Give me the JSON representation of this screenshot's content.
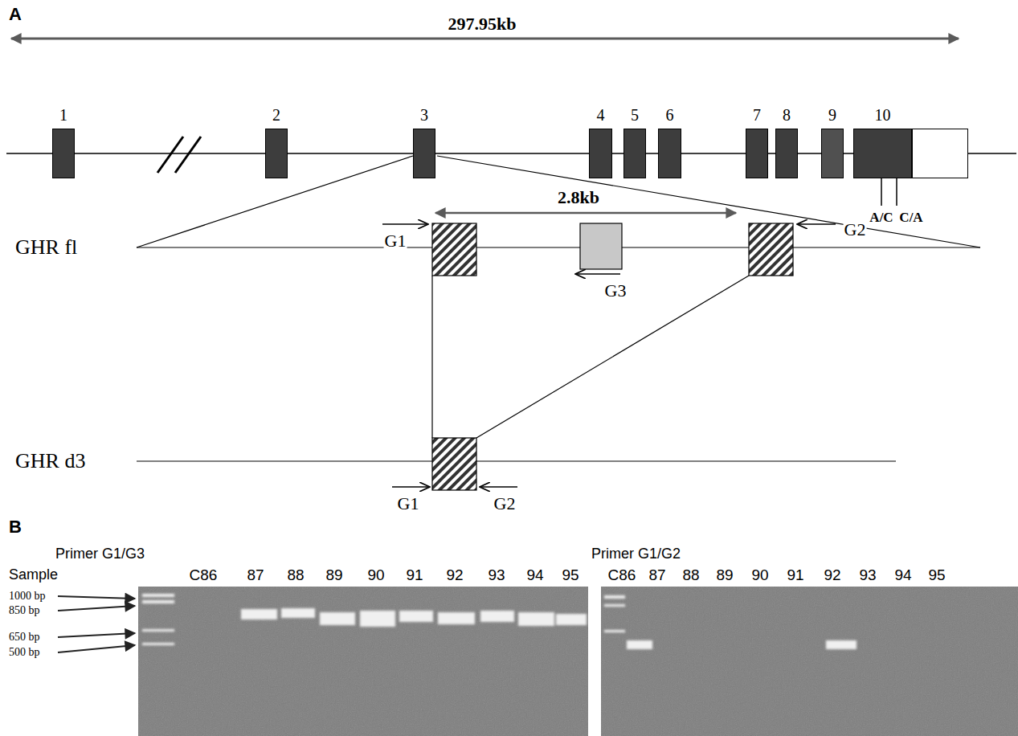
{
  "diagram": {
    "nodes": [
      {
        "text": [
          "1"
        ]
      },
      {
        "text": [
          "2"
        ]
      },
      {
        "text": [
          "3"
        ]
      },
      {
        "text": [
          "4"
        ]
      },
      {
        "text": [
          "5"
        ]
      },
      {
        "text": [
          "6"
        ]
      },
      {
        "text": [
          "7"
        ]
      },
      {
        "text": [
          "8"
        ]
      },
      {
        "text": [
          "9"
        ]
      },
      {
        "text": [
          "10"
        ]
      }
    ],
    "edges": [
      {
        "from": 0,
        "to": 1,
        "arrow": "none"
      },
      {
        "from": 1,
        "to": 2,
        "arrow": "none"
      },
      {
        "from": 2,
        "to": 3,
        "arrow": "none"
      },
      {
        "from": 3,
        "to": 4,
        "arrow": "none"
      },
      {
        "from": 4,
        "to": 5,
        "arrow": "none"
      },
      {
        "from": 5,
        "to": 6,
        "arrow": "none"
      },
      {
        "from": 6,
        "to": 7,
        "arrow": "none"
      },
      {
        "from": 7,
        "to": 8,
        "arrow": "none"
      },
      {
        "from": 8,
        "to": 9,
        "arrow": "none"
      }
    ],
    "labels": [
      "A",
      "297.95kb",
      "A/C",
      "C/A",
      "2.8kb",
      "GHR fl",
      "G1",
      "G3",
      "G2",
      "GHR d3",
      "G1",
      "G2",
      "B",
      "Primer G1/G3",
      "Primer G1/G2",
      "Sample",
      "C86",
      "87",
      "88",
      "89",
      "90",
      "91",
      "92",
      "93",
      "94",
      "95",
      "C86",
      "87",
      "88",
      "89",
      "90",
      "91",
      "92",
      "93",
      "94",
      "95",
      "1000 bp",
      "850 bp",
      "650 bp",
      "500 bp"
    ]
  }
}
